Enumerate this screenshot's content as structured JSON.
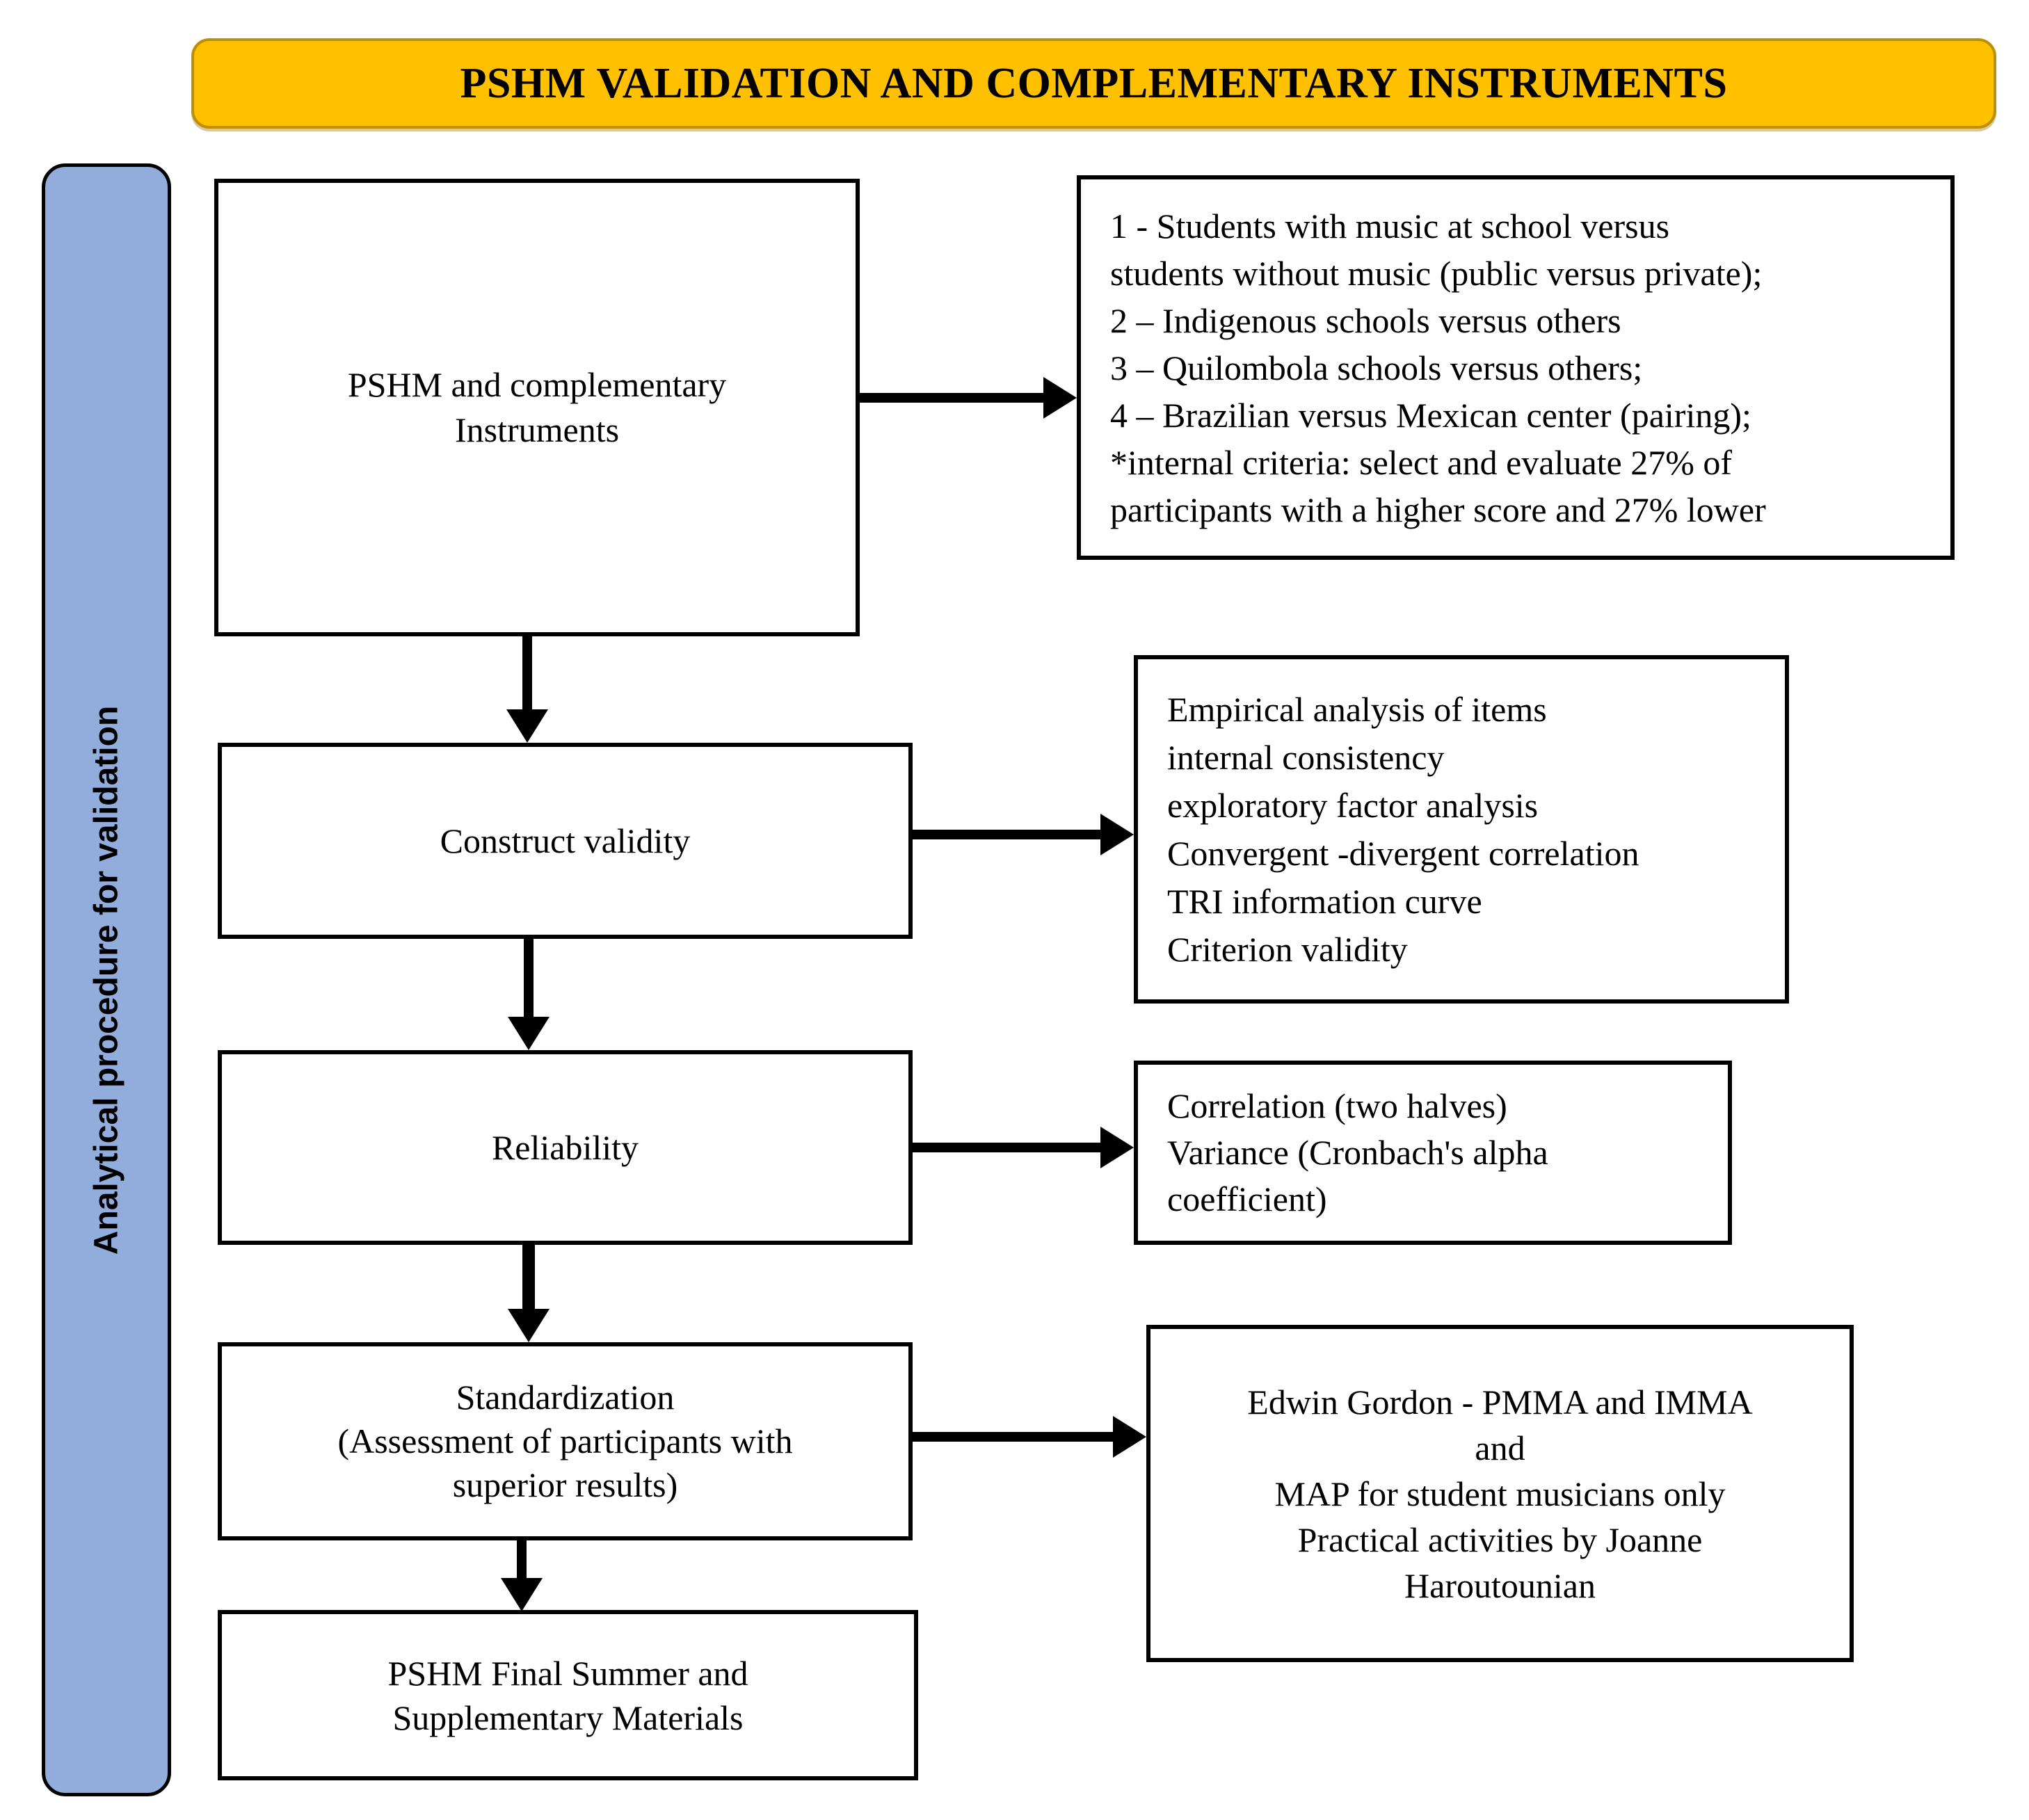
{
  "title": {
    "text": "PSHM VALIDATION AND COMPLEMENTARY INSTRUMENTS",
    "fill_color": "#FFC000",
    "border_color": "#BF8F00"
  },
  "sidebar": {
    "label": "Analytical procedure for validation",
    "fill_color": "#92ADDC",
    "border_color": "#000000"
  },
  "flow": {
    "step1": {
      "label": "PSHM and complementary\nInstruments"
    },
    "step1_detail": {
      "label": "1 - Students with music at school versus\nstudents without music (public versus private);\n2 – Indigenous schools versus others\n3 – Quilombola schools versus others;\n4 – Brazilian  versus Mexican center (pairing);\n*internal criteria:  select and evaluate 27% of\nparticipants with a higher score and 27% lower"
    },
    "step2": {
      "label": "Construct validity"
    },
    "step2_detail": {
      "label": "Empirical analysis of items\ninternal consistency\nexploratory factor analysis\nConvergent -divergent correlation\nTRI information curve\nCriterion validity"
    },
    "step3": {
      "label": "Reliability"
    },
    "step3_detail": {
      "label": "Correlation (two halves)\nVariance (Cronbach's alpha\ncoefficient)"
    },
    "step4": {
      "label": "Standardization\n(Assessment of participants with\nsuperior results)"
    },
    "step4_detail": {
      "label": "Edwin Gordon  - PMMA  and IMMA\nand\nMAP for student musicians only\nPractical activities  by Joanne\nHaroutounian"
    },
    "step5": {
      "label": "PSHM Final Summer and\nSupplementary Materials"
    }
  },
  "connectors": {
    "a1": {
      "name": "arrow-step1-to-step1detail",
      "direction": "right"
    },
    "a2": {
      "name": "arrow-step1-to-step2",
      "direction": "down"
    },
    "a3": {
      "name": "arrow-step2-to-step2detail",
      "direction": "right"
    },
    "a4": {
      "name": "arrow-step2-to-step3",
      "direction": "down"
    },
    "a5": {
      "name": "arrow-step3-to-step3detail",
      "direction": "right"
    },
    "a6": {
      "name": "arrow-step3-to-step4",
      "direction": "down"
    },
    "a7": {
      "name": "arrow-step4-to-step4detail",
      "direction": "right"
    },
    "a8": {
      "name": "arrow-step4-to-step5",
      "direction": "down"
    }
  }
}
